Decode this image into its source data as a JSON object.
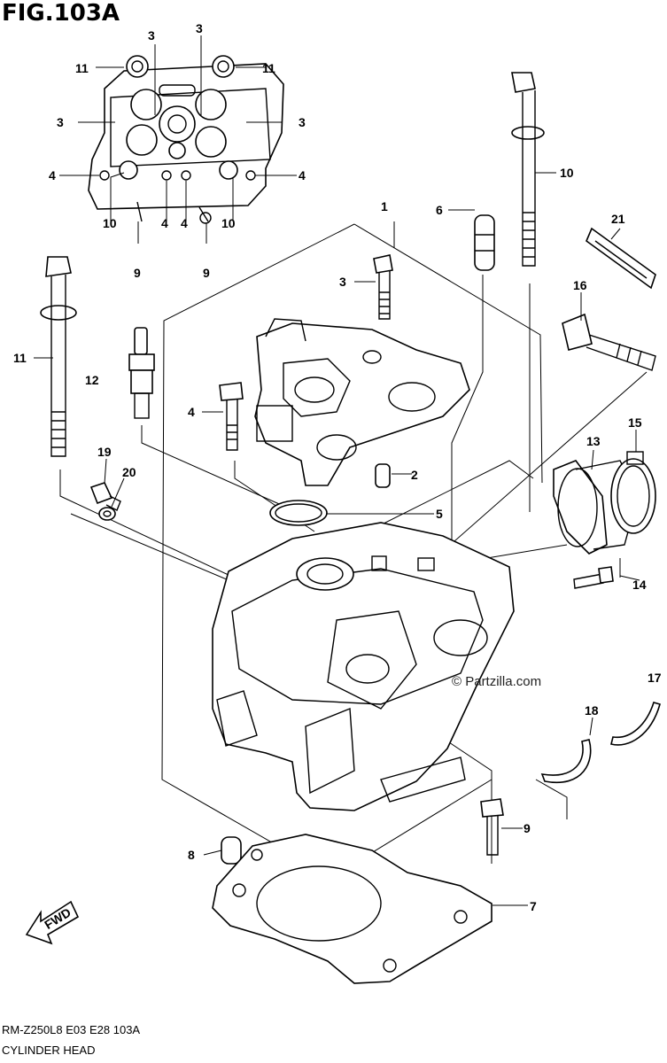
{
  "figure": {
    "title": "FIG.103A"
  },
  "footer": {
    "code": "RM-Z250L8  E03  E28  103A",
    "name": "CYLINDER HEAD"
  },
  "watermark": "© Partzilla.com",
  "direction_marker": "FWD",
  "callouts": [
    {
      "id": "c11a",
      "label": "11"
    },
    {
      "id": "c3a",
      "label": "3"
    },
    {
      "id": "c3b",
      "label": "3"
    },
    {
      "id": "c11b",
      "label": "11"
    },
    {
      "id": "c3c",
      "label": "3"
    },
    {
      "id": "c3d",
      "label": "3"
    },
    {
      "id": "c4a",
      "label": "4"
    },
    {
      "id": "c4b",
      "label": "4"
    },
    {
      "id": "c10a",
      "label": "10"
    },
    {
      "id": "c4c",
      "label": "4"
    },
    {
      "id": "c4d",
      "label": "4"
    },
    {
      "id": "c10b",
      "label": "10"
    },
    {
      "id": "c9a",
      "label": "9"
    },
    {
      "id": "c9b",
      "label": "9"
    },
    {
      "id": "c1",
      "label": "1"
    },
    {
      "id": "c6",
      "label": "6"
    },
    {
      "id": "c10c",
      "label": "10"
    },
    {
      "id": "c21",
      "label": "21"
    },
    {
      "id": "c3e",
      "label": "3"
    },
    {
      "id": "c16",
      "label": "16"
    },
    {
      "id": "c11c",
      "label": "11"
    },
    {
      "id": "c12",
      "label": "12"
    },
    {
      "id": "c4e",
      "label": "4"
    },
    {
      "id": "c13",
      "label": "13"
    },
    {
      "id": "c15",
      "label": "15"
    },
    {
      "id": "c19",
      "label": "19"
    },
    {
      "id": "c2",
      "label": "2"
    },
    {
      "id": "c20",
      "label": "20"
    },
    {
      "id": "c5",
      "label": "5"
    },
    {
      "id": "c14",
      "label": "14"
    },
    {
      "id": "c17",
      "label": "17"
    },
    {
      "id": "c18",
      "label": "18"
    },
    {
      "id": "c9c",
      "label": "9"
    },
    {
      "id": "c8",
      "label": "8"
    },
    {
      "id": "c7",
      "label": "7"
    }
  ]
}
